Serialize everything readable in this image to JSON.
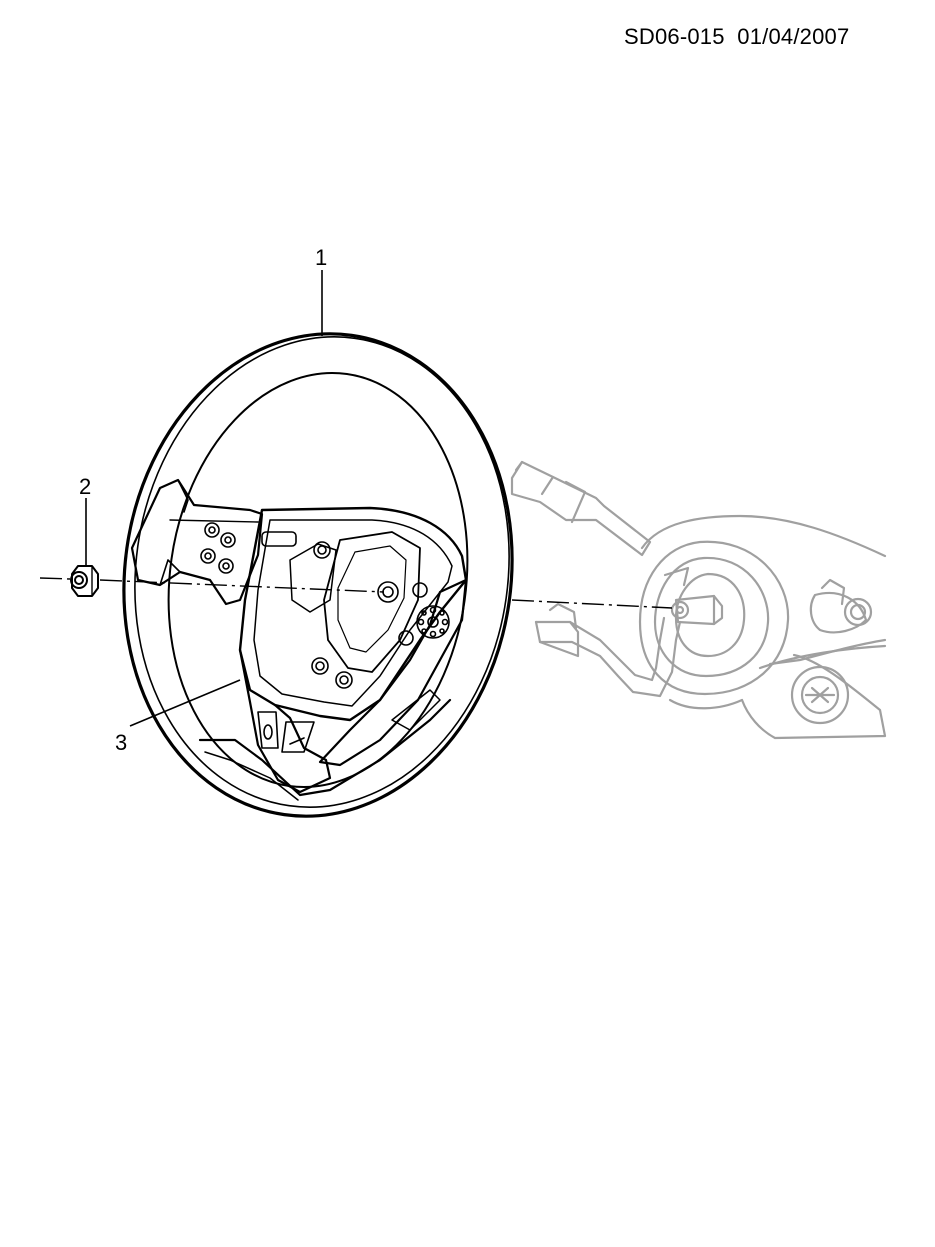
{
  "header": {
    "reference": "SD06-015  01/04/2007"
  },
  "callouts": [
    {
      "id": "1",
      "label": "1"
    },
    {
      "id": "2",
      "label": "2"
    },
    {
      "id": "3",
      "label": "3"
    }
  ],
  "colors": {
    "line": "#000000",
    "ghost": "#a0a0a0"
  }
}
